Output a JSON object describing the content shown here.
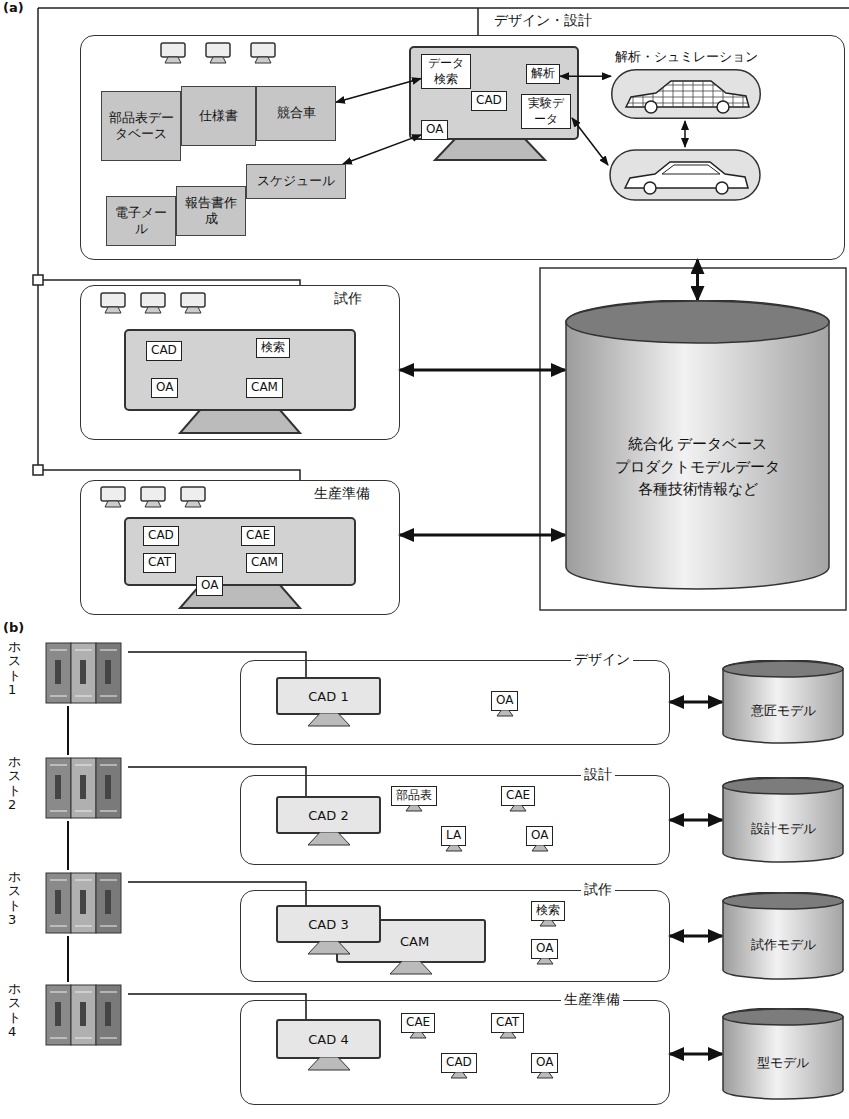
{
  "diagram": {
    "nodes": [
      {
        "text": [
          "デザイン・設計"
        ]
      },
      {
        "text": [
          "部品表データベース"
        ],
        "in": 0
      },
      {
        "text": [
          "仕様書"
        ],
        "in": 0
      },
      {
        "text": [
          "競合車"
        ],
        "in": 0
      },
      {
        "text": [
          "電子メール"
        ],
        "in": 0
      },
      {
        "text": [
          "報告書作成"
        ],
        "in": 0
      },
      {
        "text": [
          "スケジュール"
        ],
        "in": 0
      },
      {
        "text": [
          "データ検索"
        ],
        "in": 0
      },
      {
        "text": [
          "解析"
        ],
        "in": 0
      },
      {
        "text": [
          "CAD"
        ],
        "in": 0
      },
      {
        "text": [
          "OA"
        ],
        "in": 0
      },
      {
        "text": [
          "実験データ"
        ],
        "in": 0
      },
      {
        "text": [
          "解析・シュミレーション"
        ],
        "in": 0
      },
      {
        "text": [
          "試作"
        ]
      },
      {
        "text": [
          "CAD"
        ],
        "in": 13
      },
      {
        "text": [
          "検索"
        ],
        "in": 13
      },
      {
        "text": [
          "OA"
        ],
        "in": 13
      },
      {
        "text": [
          "CAM"
        ],
        "in": 13
      },
      {
        "text": [
          "生産準備"
        ]
      },
      {
        "text": [
          "CAD"
        ],
        "in": 18
      },
      {
        "text": [
          "CAE"
        ],
        "in": 18
      },
      {
        "text": [
          "CAT"
        ],
        "in": 18
      },
      {
        "text": [
          "CAM"
        ],
        "in": 18
      },
      {
        "text": [
          "OA"
        ],
        "in": 18
      },
      {
        "text": [
          "統合化 データベース プロダクトモデルデータ 各種技術情報など"
        ]
      },
      {
        "text": [
          "ホスト1"
        ]
      },
      {
        "text": [
          "ホスト2"
        ]
      },
      {
        "text": [
          "ホスト3"
        ]
      },
      {
        "text": [
          "ホスト4"
        ]
      },
      {
        "text": [
          "デザイン"
        ]
      },
      {
        "text": [
          "CAD 1"
        ],
        "in": 29
      },
      {
        "text": [
          "OA"
        ],
        "in": 29
      },
      {
        "text": [
          "設計"
        ]
      },
      {
        "text": [
          "CAD 2"
        ],
        "in": 32
      },
      {
        "text": [
          "部品表"
        ],
        "in": 32
      },
      {
        "text": [
          "CAE"
        ],
        "in": 32
      },
      {
        "text": [
          "LA"
        ],
        "in": 32
      },
      {
        "text": [
          "OA"
        ],
        "in": 32
      },
      {
        "text": [
          "試作"
        ]
      },
      {
        "text": [
          "CAD 3"
        ],
        "in": 38
      },
      {
        "text": [
          "CAM"
        ],
        "in": 38
      },
      {
        "text": [
          "検索"
        ],
        "in": 38
      },
      {
        "text": [
          "OA"
        ],
        "in": 38
      },
      {
        "text": [
          "生産準備"
        ]
      },
      {
        "text": [
          "CAD 4"
        ],
        "in": 43
      },
      {
        "text": [
          "CAE"
        ],
        "in": 43
      },
      {
        "text": [
          "CAT"
        ],
        "in": 43
      },
      {
        "text": [
          "CAD"
        ],
        "in": 43
      },
      {
        "text": [
          "OA"
        ],
        "in": 43
      },
      {
        "text": [
          "意匠モデル"
        ]
      },
      {
        "text": [
          "設計モデル"
        ]
      },
      {
        "text": [
          "試作モデル"
        ]
      },
      {
        "text": [
          "型モデル"
        ]
      }
    ],
    "edges": [
      {
        "from": 3,
        "to": 7,
        "arrow": "both"
      },
      {
        "from": 6,
        "to": 10,
        "arrow": "both"
      },
      {
        "from": 8,
        "to": 12,
        "arrow": "both"
      },
      {
        "from": 0,
        "to": 24,
        "arrow": "both"
      },
      {
        "from": 13,
        "to": 24,
        "arrow": "both"
      },
      {
        "from": 18,
        "to": 24,
        "arrow": "both"
      },
      {
        "from": 25,
        "to": 26,
        "arrow": "none"
      },
      {
        "from": 26,
        "to": 27,
        "arrow": "none"
      },
      {
        "from": 27,
        "to": 28,
        "arrow": "none"
      },
      {
        "from": 25,
        "to": 30,
        "arrow": "none"
      },
      {
        "from": 26,
        "to": 33,
        "arrow": "none"
      },
      {
        "from": 27,
        "to": 39,
        "arrow": "none"
      },
      {
        "from": 28,
        "to": 44,
        "arrow": "none"
      },
      {
        "from": 29,
        "to": 49,
        "arrow": "both"
      },
      {
        "from": 32,
        "to": 50,
        "arrow": "both"
      },
      {
        "from": 38,
        "to": 51,
        "arrow": "both"
      },
      {
        "from": 43,
        "to": 52,
        "arrow": "both"
      }
    ],
    "labels": [
      "(a)",
      "(b)"
    ]
  }
}
